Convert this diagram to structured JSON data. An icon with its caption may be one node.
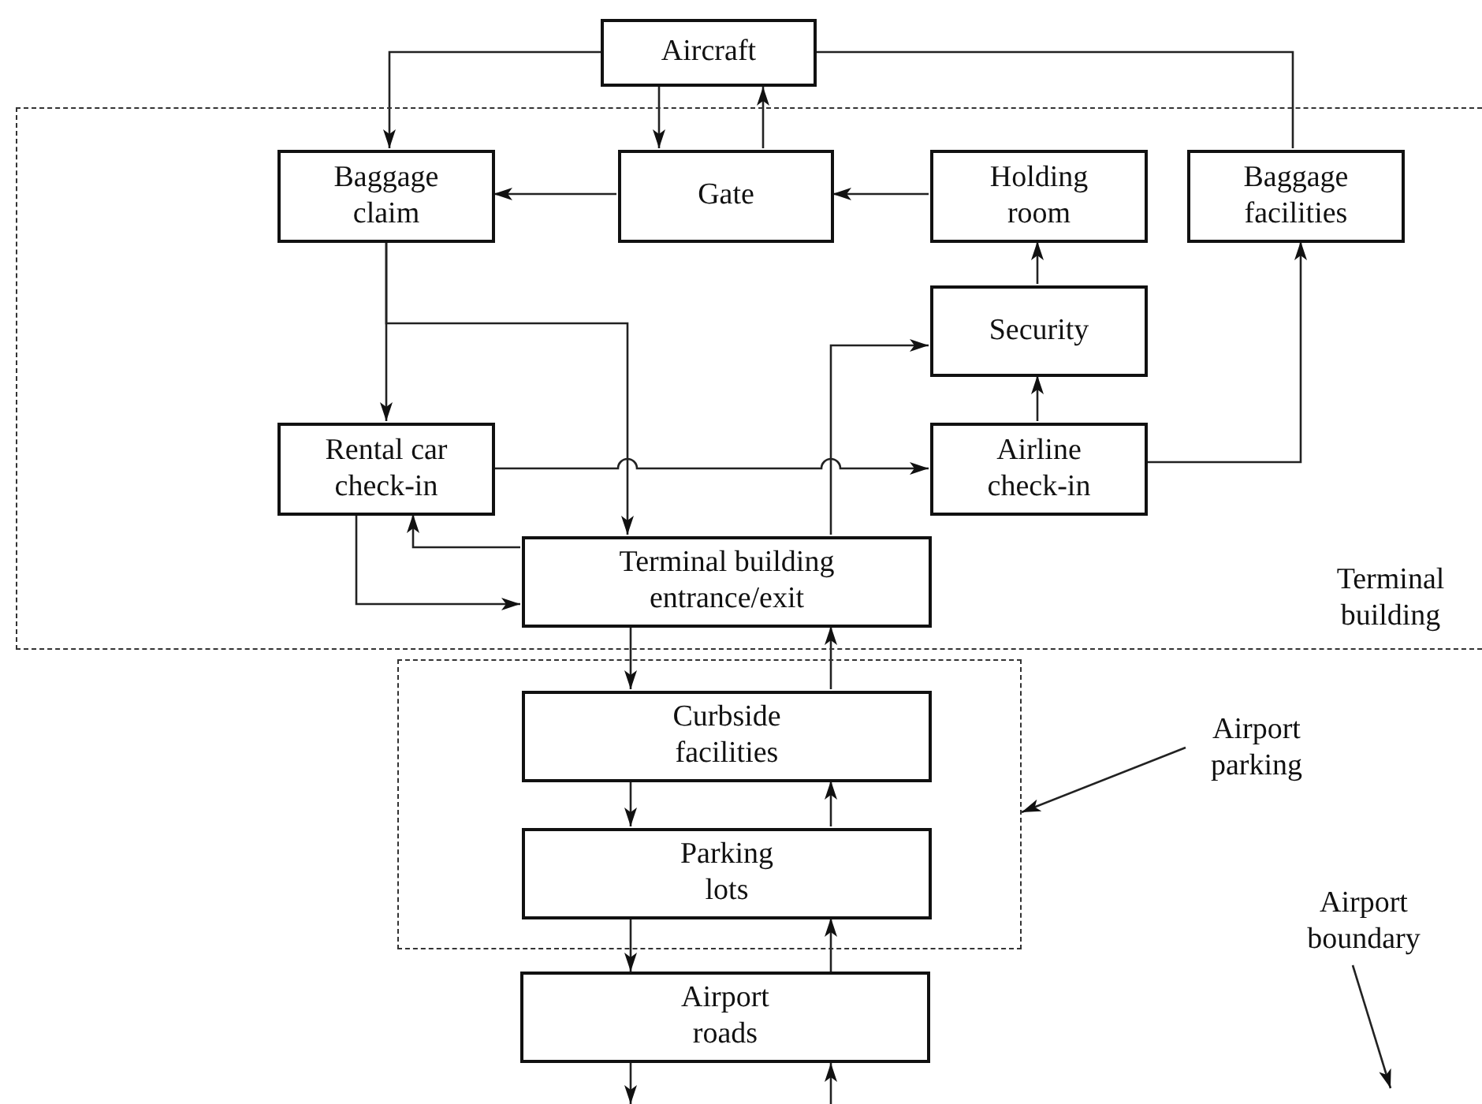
{
  "diagram": {
    "nodes": [
      {
        "text": [
          "Aircraft"
        ]
      },
      {
        "text": [
          "Terminal building"
        ]
      },
      {
        "text": [
          "Baggage claim"
        ],
        "in": 1
      },
      {
        "text": [
          "Gate"
        ],
        "in": 1
      },
      {
        "text": [
          "Holding room"
        ],
        "in": 1
      },
      {
        "text": [
          "Baggage facilities"
        ],
        "in": 1
      },
      {
        "text": [
          "Security"
        ],
        "in": 1
      },
      {
        "text": [
          "Rental car check-in"
        ],
        "in": 1
      },
      {
        "text": [
          "Airline check-in"
        ],
        "in": 1
      },
      {
        "text": [
          "Terminal building entrance/exit"
        ],
        "in": 1
      },
      {
        "text": [],
        "shape": "box"
      },
      {
        "text": [
          "Curbside facilities"
        ],
        "in": 10
      },
      {
        "text": [
          "Parking lots"
        ],
        "in": 10
      },
      {
        "text": [
          "Airport roads"
        ]
      },
      {
        "text": [
          "Airport parking"
        ]
      },
      {
        "text": [
          "Airport boundary"
        ]
      }
    ],
    "edges": [
      {
        "from": 0,
        "to": 2,
        "arrow": "to"
      },
      {
        "from": 0,
        "to": 3,
        "arrow": "to"
      },
      {
        "from": 3,
        "to": 0,
        "arrow": "to"
      },
      {
        "from": 0,
        "to": 5,
        "arrow": "none"
      },
      {
        "from": 3,
        "to": 2,
        "arrow": "to"
      },
      {
        "from": 4,
        "to": 3,
        "arrow": "to"
      },
      {
        "from": 6,
        "to": 4,
        "arrow": "to"
      },
      {
        "from": 8,
        "to": 6,
        "arrow": "to"
      },
      {
        "from": 8,
        "to": 5,
        "arrow": "to"
      },
      {
        "from": 2,
        "to": 7,
        "arrow": "to"
      },
      {
        "from": 2,
        "to": 9,
        "arrow": "to"
      },
      {
        "from": 7,
        "to": 8,
        "arrow": "to"
      },
      {
        "from": 9,
        "to": 6,
        "arrow": "to"
      },
      {
        "from": 9,
        "to": 7,
        "arrow": "to"
      },
      {
        "from": 7,
        "to": 9,
        "arrow": "to"
      },
      {
        "from": 9,
        "to": 11,
        "arrow": "to"
      },
      {
        "from": 11,
        "to": 9,
        "arrow": "to"
      },
      {
        "from": 11,
        "to": 12,
        "arrow": "to"
      },
      {
        "from": 12,
        "to": 11,
        "arrow": "to"
      },
      {
        "from": 12,
        "to": 13,
        "arrow": "to"
      },
      {
        "from": 13,
        "to": 12,
        "arrow": "to"
      },
      {
        "from": 13,
        "to": null,
        "arrow": "to"
      },
      {
        "from": null,
        "to": 13,
        "arrow": "to"
      },
      {
        "from": 14,
        "to": 10,
        "arrow": "to"
      },
      {
        "from": 15,
        "to": null,
        "arrow": "to"
      }
    ]
  }
}
